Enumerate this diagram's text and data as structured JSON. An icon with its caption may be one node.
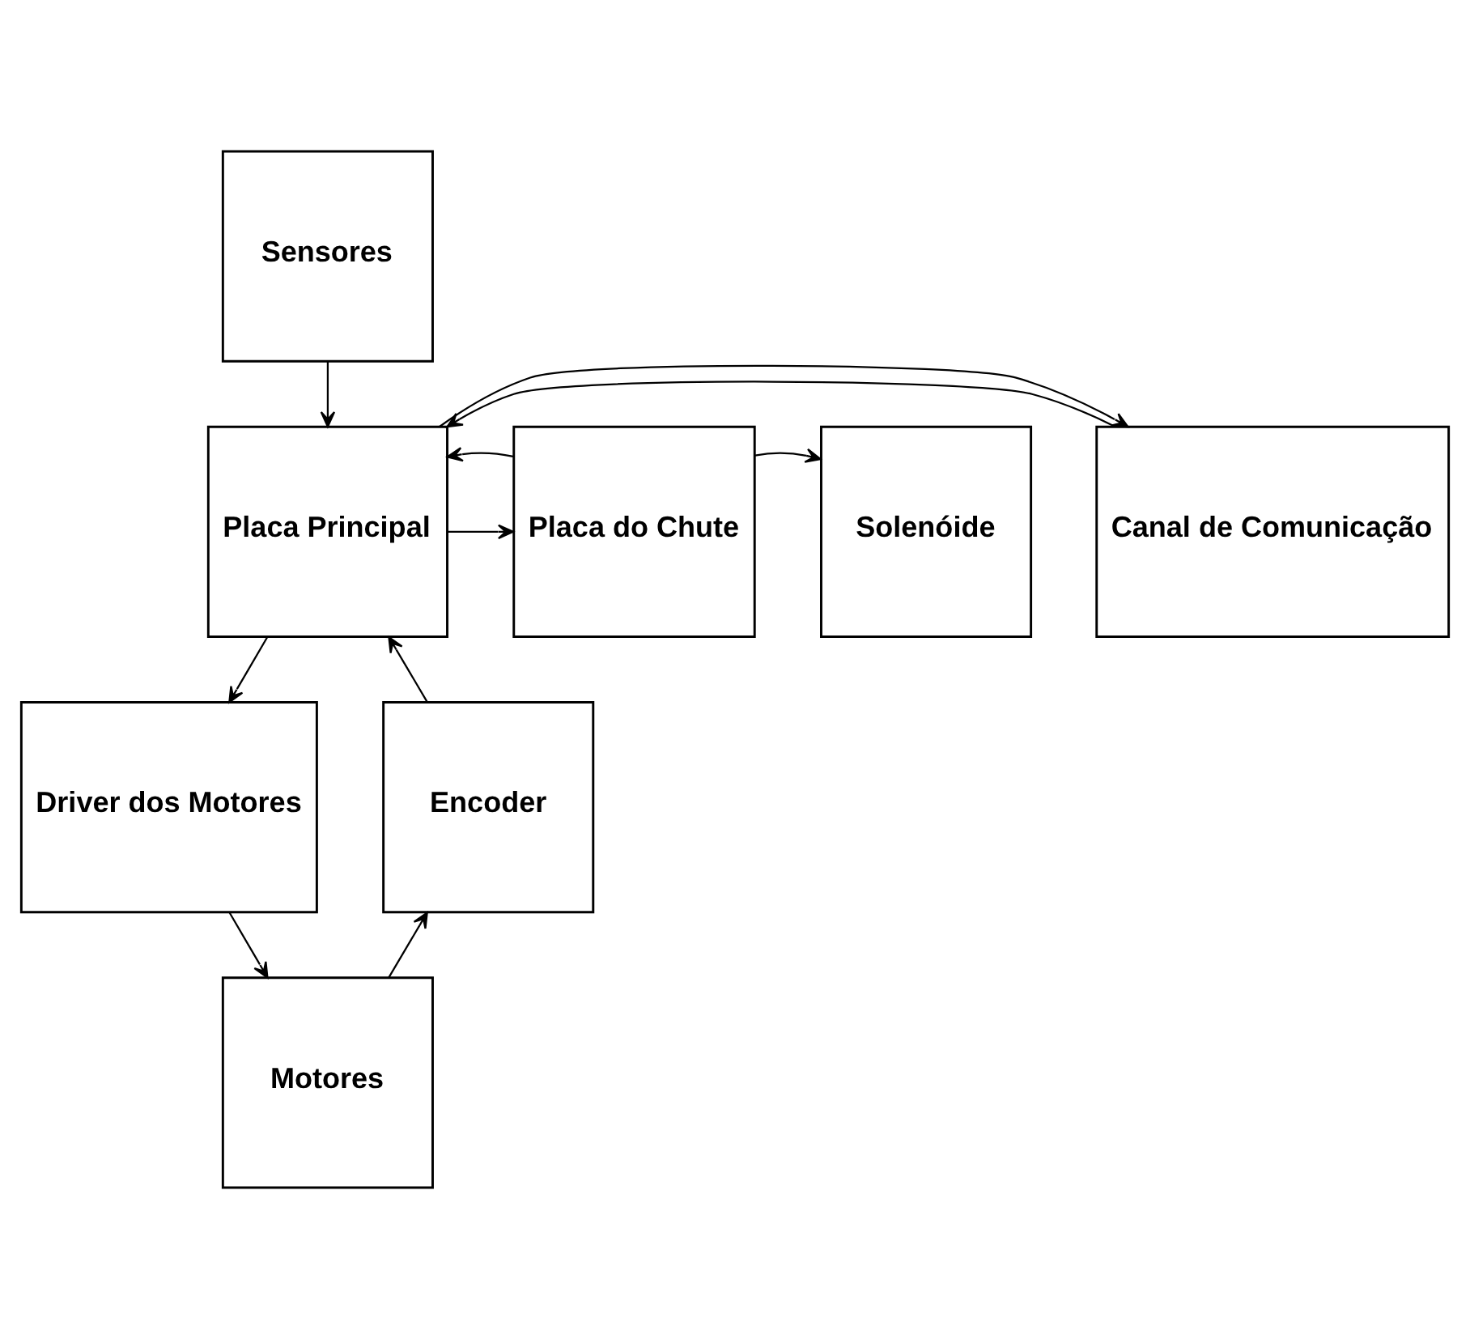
{
  "diagram": {
    "nodes": [
      {
        "text": [
          "Sensores"
        ]
      },
      {
        "text": [
          "Canal de Comunicação"
        ]
      },
      {
        "text": [
          "Placa Principal"
        ]
      },
      {
        "text": [
          "Placa do Chute"
        ]
      },
      {
        "text": [
          "Solenóide"
        ]
      },
      {
        "text": [
          "Driver dos Motores"
        ]
      },
      {
        "text": [
          "Encoder"
        ]
      },
      {
        "text": [
          "Motores"
        ]
      }
    ],
    "edges": [
      {
        "from": 0,
        "to": 2,
        "arrow": "to"
      },
      {
        "from": 1,
        "to": 2,
        "arrow": "to"
      },
      {
        "from": 2,
        "to": 1,
        "arrow": "to"
      },
      {
        "from": 2,
        "to": 3,
        "arrow": "to"
      },
      {
        "from": 3,
        "to": 2,
        "arrow": "to"
      },
      {
        "from": 3,
        "to": 4,
        "arrow": "to"
      },
      {
        "from": 2,
        "to": 5,
        "arrow": "to"
      },
      {
        "from": 6,
        "to": 2,
        "arrow": "to"
      },
      {
        "from": 5,
        "to": 7,
        "arrow": "to"
      },
      {
        "from": 7,
        "to": 6,
        "arrow": "to"
      }
    ]
  }
}
